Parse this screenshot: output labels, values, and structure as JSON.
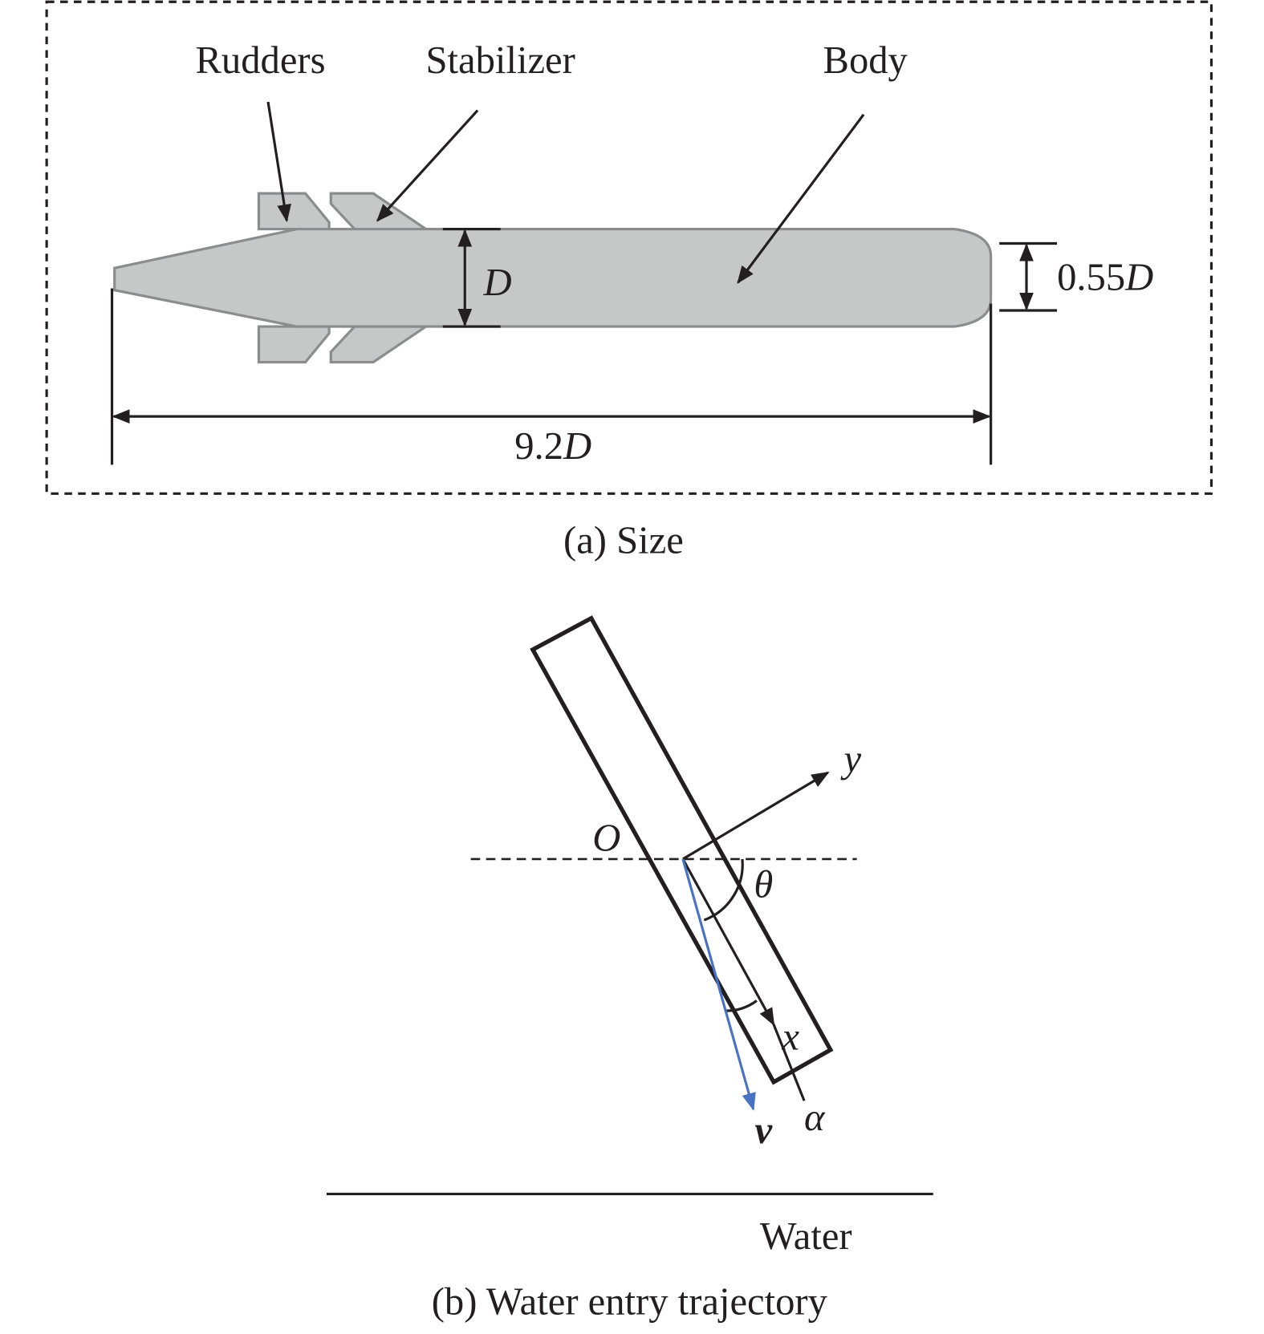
{
  "panel_a": {
    "labels": {
      "rudders": "Rudders",
      "stabilizer": "Stabilizer",
      "body": "Body"
    },
    "dimensions": {
      "diameter": "D",
      "tail_num": "0.55",
      "tail_var": "D",
      "length_num": "9.2",
      "length_var": "D"
    },
    "caption": "(a) Size",
    "colors": {
      "body_fill": "#c6c7c7",
      "body_stroke": "#8a8c8e"
    }
  },
  "panel_b": {
    "origin": "O",
    "y_axis": "y",
    "x_axis": "x",
    "theta": "θ",
    "alpha": "α",
    "velocity": "v",
    "water": "Water",
    "caption": "(b) Water entry trajectory",
    "colors": {
      "velocity": "#4a72c4"
    }
  }
}
